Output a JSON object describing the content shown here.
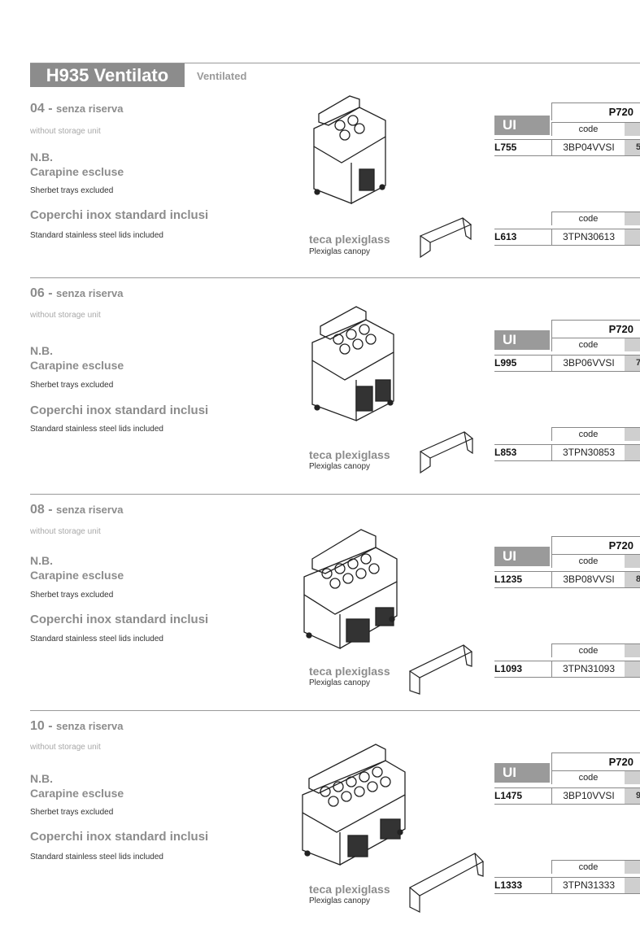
{
  "header": {
    "title": "H935 Ventilato",
    "subtitle": "Ventilated"
  },
  "common": {
    "model_sub": "senza riserva",
    "without_storage": "without storage unit",
    "nb": "N.B.",
    "carapine": "Carapine escluse",
    "sherbet": "Sherbet trays excluded",
    "lids": "Coperchi inox standard inclusi",
    "lids_en": "Standard stainless steel lids included",
    "canopy": "teca plexiglass",
    "canopy_en": "Plexiglas canopy",
    "ui": "UI",
    "p720": "P720",
    "code": "code"
  },
  "sections": [
    {
      "num": "04 -",
      "price_main": "L755",
      "code_main": "3BP04VVSI",
      "cut_main": "5",
      "price_canopy": "L613",
      "code_canopy": "3TPN30613"
    },
    {
      "num": "06 -",
      "price_main": "L995",
      "code_main": "3BP06VVSI",
      "cut_main": "7",
      "price_canopy": "L853",
      "code_canopy": "3TPN30853"
    },
    {
      "num": "08 -",
      "price_main": "L1235",
      "code_main": "3BP08VVSI",
      "cut_main": "8",
      "price_canopy": "L1093",
      "code_canopy": "3TPN31093"
    },
    {
      "num": "10 -",
      "price_main": "L1475",
      "code_main": "3BP10VVSI",
      "cut_main": "9",
      "price_canopy": "L1333",
      "code_canopy": "3TPN31333"
    }
  ]
}
